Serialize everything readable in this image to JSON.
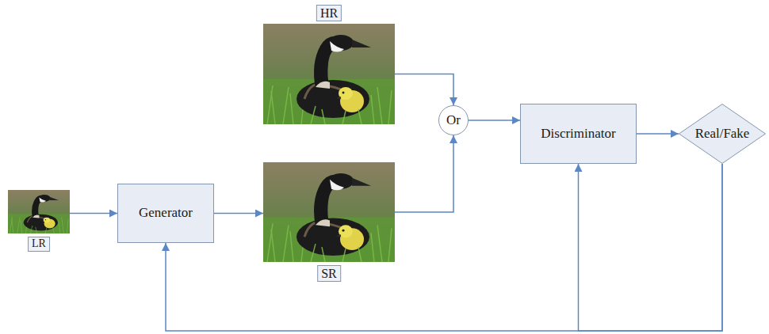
{
  "diagram": {
    "nodes": [
      {
        "text": [
          "HR"
        ]
      },
      {
        "text": [
          "Or"
        ]
      },
      {
        "text": [
          "Discriminator"
        ]
      },
      {
        "text": [
          "Real/Fake"
        ]
      },
      {
        "text": [
          "LR"
        ]
      },
      {
        "text": [
          "Generator"
        ]
      },
      {
        "text": [
          "SR"
        ]
      }
    ],
    "edges": [
      {
        "from": 0,
        "to": 1,
        "arrow": "to"
      },
      {
        "from": 6,
        "to": 1,
        "arrow": "to"
      },
      {
        "from": 1,
        "to": 2,
        "arrow": "to"
      },
      {
        "from": 2,
        "to": 3,
        "arrow": "to"
      },
      {
        "from": 4,
        "to": 5,
        "arrow": "to"
      },
      {
        "from": 5,
        "to": 6,
        "arrow": "to"
      },
      {
        "from": 3,
        "to": 5,
        "arrow": "to"
      },
      {
        "from": 3,
        "to": 2,
        "arrow": "to"
      }
    ]
  }
}
